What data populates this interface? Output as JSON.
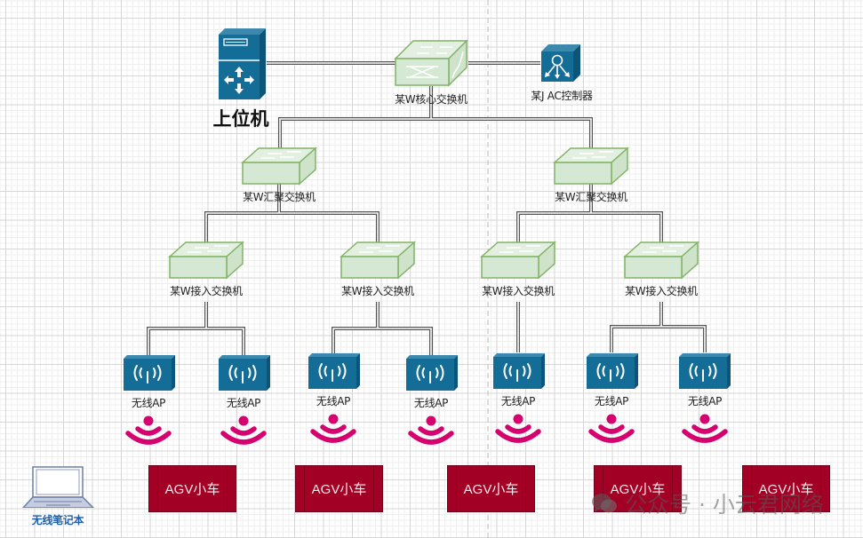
{
  "diagram": {
    "host": {
      "label": "上位机",
      "icon": "server-icon"
    },
    "core_switch": {
      "label": "某W核心交换机",
      "icon": "core-switch-icon"
    },
    "ac_controller": {
      "label": "某J AC控制器",
      "icon": "ac-controller-icon"
    },
    "aggregation_switches": [
      {
        "label": "某W汇聚交换机"
      },
      {
        "label": "某W汇聚交换机"
      }
    ],
    "access_switches": [
      {
        "label": "某W接入交换机"
      },
      {
        "label": "某W接入交换机"
      },
      {
        "label": "某W接入交换机"
      },
      {
        "label": "某W接入交换机"
      }
    ],
    "access_points": [
      {
        "label": "无线AP"
      },
      {
        "label": "无线AP"
      },
      {
        "label": "无线AP"
      },
      {
        "label": "无线AP"
      },
      {
        "label": "无线AP"
      },
      {
        "label": "无线AP"
      },
      {
        "label": "无线AP"
      }
    ],
    "agv_vehicles": [
      {
        "label": "AGV小车"
      },
      {
        "label": "AGV小车"
      },
      {
        "label": "AGV小车"
      },
      {
        "label": "AGV小车"
      },
      {
        "label": "AGV小车"
      }
    ],
    "laptop": {
      "label": "无线笔记本",
      "icon": "laptop-icon"
    },
    "watermark": {
      "text": "公众号 · 小云君网络",
      "icon": "wechat-icon"
    },
    "colors": {
      "device_blue": "#136d96",
      "switch_green": "#d5e8d4",
      "switch_border": "#82b366",
      "wifi_magenta": "#d6006f",
      "agv_red": "#a20025"
    }
  }
}
